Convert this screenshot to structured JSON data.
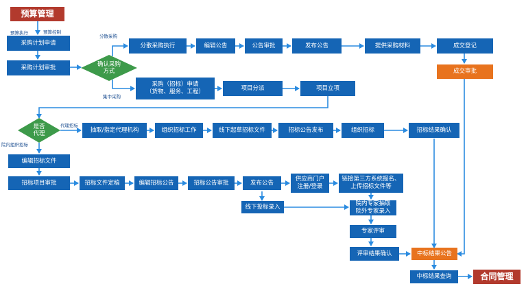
{
  "diagram": {
    "title_budget": "预算管理",
    "title_contract": "合同管理",
    "labels": {
      "budget_exec": "预算执行",
      "budget_control": "预算控制",
      "scattered": "分散采购",
      "centralized": "集中采购",
      "agency": "代理招标",
      "internal": "院内组织招标"
    },
    "decisions": {
      "confirm_method": "确认采购\n方式",
      "is_agency": "是否\n代理"
    },
    "nodes": {
      "plan_apply": "采购计划申请",
      "plan_approve": "采购计划审批",
      "scattered_exec": "分散采购执行",
      "edit_notice": "编辑公告",
      "notice_approve": "公告审批",
      "publish_notice": "发布公告",
      "provide_materials": "提供采购材料",
      "deal_register": "成交登记",
      "deal_approve": "成交审批",
      "purchase_apply": "采购（招标）申请\n（货物、服务、工程）",
      "project_dispatch": "项目分派",
      "project_setup": "项目立项",
      "select_agency": "抽取/指定代理机构",
      "organize_bid_work": "组织招标工作",
      "offline_bid_doc": "线下起草招标文件",
      "bid_notice_publish": "招标公告发布",
      "organize_bidding": "组织招标",
      "bid_result_confirm": "招标结果确认",
      "edit_bid_doc": "编辑招标文件",
      "bid_project_approve": "招标项目审批",
      "bid_doc_finalize": "招标文件定稿",
      "edit_bid_notice": "编辑招标公告",
      "bid_notice_approve": "招标公告审批",
      "publish_notice2": "发布公告",
      "supplier_portal": "供应商门户\n注册/登录",
      "third_party": "链接第三方系统报名、\n上传招标文件等",
      "offline_bid_entry": "线下投标录入",
      "expert_draw": "院内专家抽取\n院外专家录入",
      "expert_review": "专家评审",
      "review_confirm": "评审结果确认",
      "award_notice": "中标结果公告",
      "award_query": "中标结果查询"
    }
  }
}
